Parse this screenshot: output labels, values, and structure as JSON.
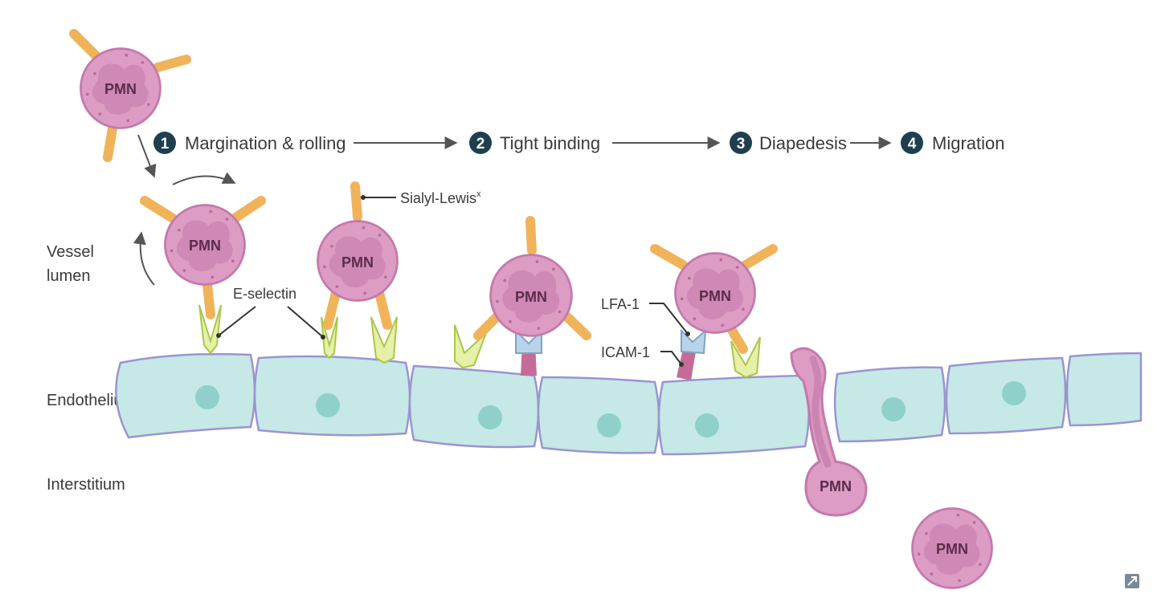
{
  "steps": [
    {
      "num": "1",
      "label": "Margination & rolling"
    },
    {
      "num": "2",
      "label": "Tight binding"
    },
    {
      "num": "3",
      "label": "Diapedesis"
    },
    {
      "num": "4",
      "label": "Migration"
    }
  ],
  "regions": {
    "lumen_line1": "Vessel",
    "lumen_line2": "lumen",
    "endothelium": "Endothelium",
    "interstitium": "Interstitium"
  },
  "molecules": {
    "sialyl": "Sialyl-Lewis",
    "sialyl_sup": "x",
    "eselectin": "E-selectin",
    "lfa1": "LFA-1",
    "icam1": "ICAM-1"
  },
  "cell_label": "PMN",
  "colors": {
    "pmn_fill": "#dc9cc4",
    "pmn_stroke": "#c479aa",
    "nucleus": "#b96a9e",
    "receptor": "#f0b35a",
    "endo_fill": "#c6e8e6",
    "endo_stroke": "#9a95cf",
    "endo_nucleus": "#8fd0cb",
    "selectin": "#e6f0a8",
    "lfa": "#b9d3ea",
    "icam": "#c46c97",
    "step_badge": "#1f3f4f"
  }
}
